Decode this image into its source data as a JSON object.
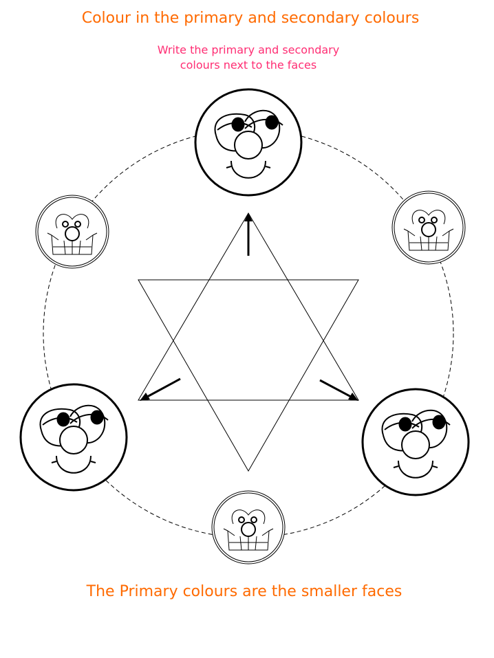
{
  "title": "Colour in the primary and secondary colours",
  "instructions": {
    "line1": "Write the primary and secondary",
    "line2": "colours next to the faces"
  },
  "footer": "The Primary colours are the smaller faces",
  "colors": {
    "title": "#ff6a00",
    "subtitle": "#ff2d73"
  }
}
